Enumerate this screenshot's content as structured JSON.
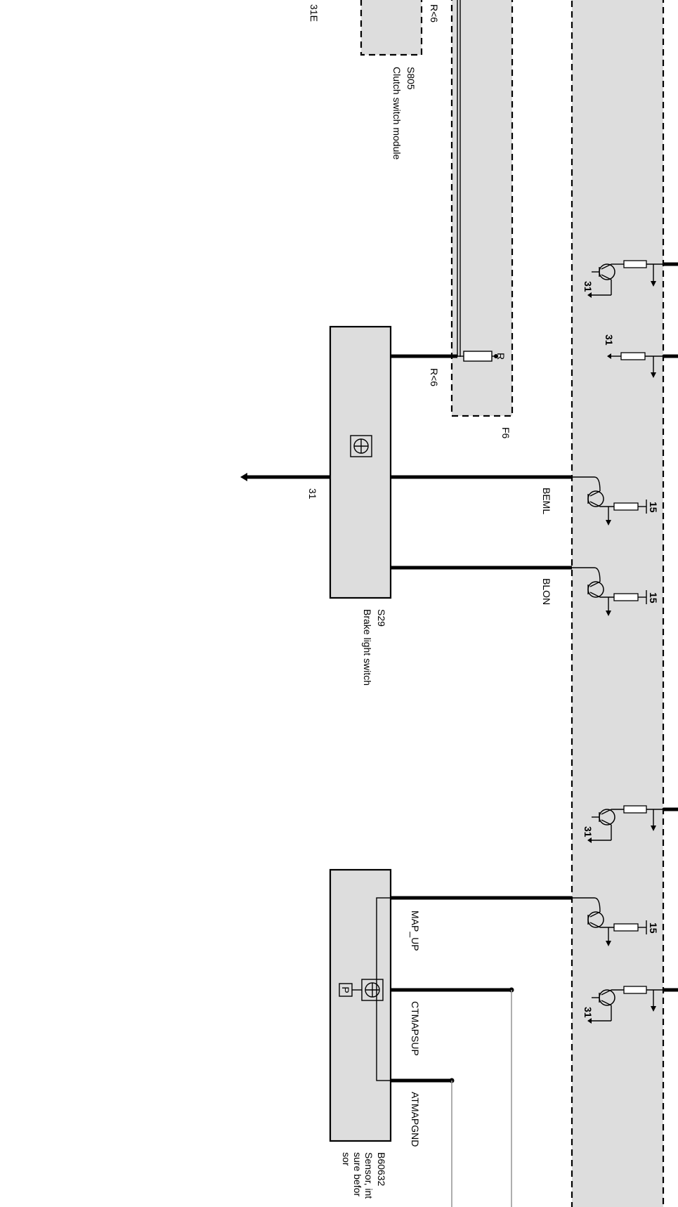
{
  "components": {
    "clutch": {
      "code": "S805",
      "name": "Clutch switch module"
    },
    "fuse": {
      "code": "F6"
    },
    "brake": {
      "code": "S29",
      "name": "Brake light switch"
    },
    "map_sensor": {
      "code": "B60632",
      "name_lines": [
        "Sensor, int",
        "sure befor",
        "sor"
      ],
      "p_symbol": "P"
    }
  },
  "labels": {
    "top_left": "31E",
    "r6_top": "R<6",
    "r6_mid": "R<6",
    "fuse_r": "R",
    "ground_brake": "31"
  },
  "signals": {
    "beml": "BEML",
    "blon": "BLON",
    "map_up": "MAP_UP",
    "ctmapsup": "CTMAPSUP",
    "atmapgnd": "ATMAPGND"
  },
  "transistor_labels": {
    "t1": "31",
    "r2": "31",
    "t3": "15",
    "t4": "15",
    "t5": "31",
    "t6": "15",
    "t7": "31"
  }
}
